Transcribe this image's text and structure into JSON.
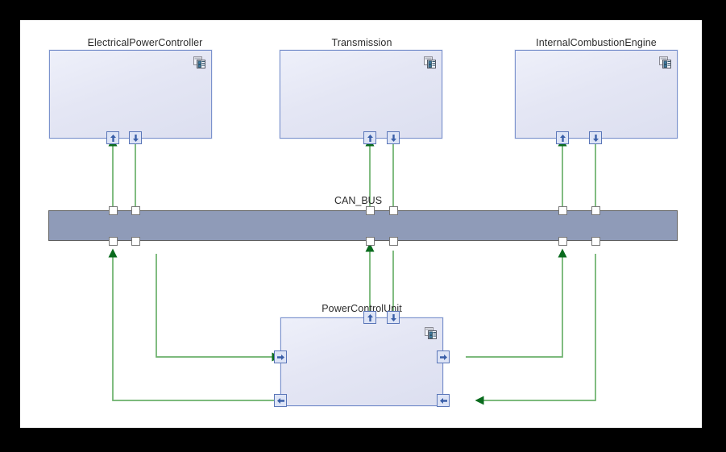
{
  "diagram": {
    "kind": "internal-block-diagram",
    "background": "#ffffff",
    "frame_color": "#000000",
    "connector_color": "#6bb06b",
    "connector_arrow_color": "#0a6b1e",
    "block_border_color": "#7b92cd",
    "block_fill_top": "#eef0fa",
    "block_fill_bottom": "#dcdff0",
    "bus_fill": "#8f9bb8",
    "bus_border": "#5d5d5d",
    "port_fill": "#dde4f6",
    "port_border": "#5a76b8"
  },
  "blocks": [
    {
      "id": "electrical-power-controller",
      "title": "ElectricalPowerController",
      "icon": "composite-structure-icon",
      "ports": [
        {
          "id": "epc-in",
          "icon": "arrow-up-icon",
          "direction": "in"
        },
        {
          "id": "epc-out",
          "icon": "arrow-down-icon",
          "direction": "out"
        }
      ]
    },
    {
      "id": "transmission",
      "title": "Transmission",
      "icon": "composite-structure-icon",
      "ports": [
        {
          "id": "trn-in",
          "icon": "arrow-up-icon",
          "direction": "in"
        },
        {
          "id": "trn-out",
          "icon": "arrow-down-icon",
          "direction": "out"
        }
      ]
    },
    {
      "id": "internal-combustion-engine",
      "title": "InternalCombustionEngine",
      "icon": "composite-structure-icon",
      "ports": [
        {
          "id": "ice-in",
          "icon": "arrow-up-icon",
          "direction": "in"
        },
        {
          "id": "ice-out",
          "icon": "arrow-down-icon",
          "direction": "out"
        }
      ]
    },
    {
      "id": "power-control-unit",
      "title": "PowerControlUnit",
      "icon": "composite-structure-icon",
      "ports": [
        {
          "id": "pcu-top-in",
          "icon": "arrow-up-icon",
          "direction": "in"
        },
        {
          "id": "pcu-top-out",
          "icon": "arrow-down-icon",
          "direction": "out"
        },
        {
          "id": "pcu-left-in",
          "icon": "arrow-right-icon",
          "direction": "in"
        },
        {
          "id": "pcu-left-out",
          "icon": "arrow-left-icon",
          "direction": "out"
        },
        {
          "id": "pcu-right-in",
          "icon": "arrow-right-icon",
          "direction": "in"
        },
        {
          "id": "pcu-right-out",
          "icon": "arrow-left-icon",
          "direction": "out"
        }
      ]
    }
  ],
  "bus": {
    "id": "can-bus",
    "title": "CAN_BUS",
    "connection_points": 8
  }
}
